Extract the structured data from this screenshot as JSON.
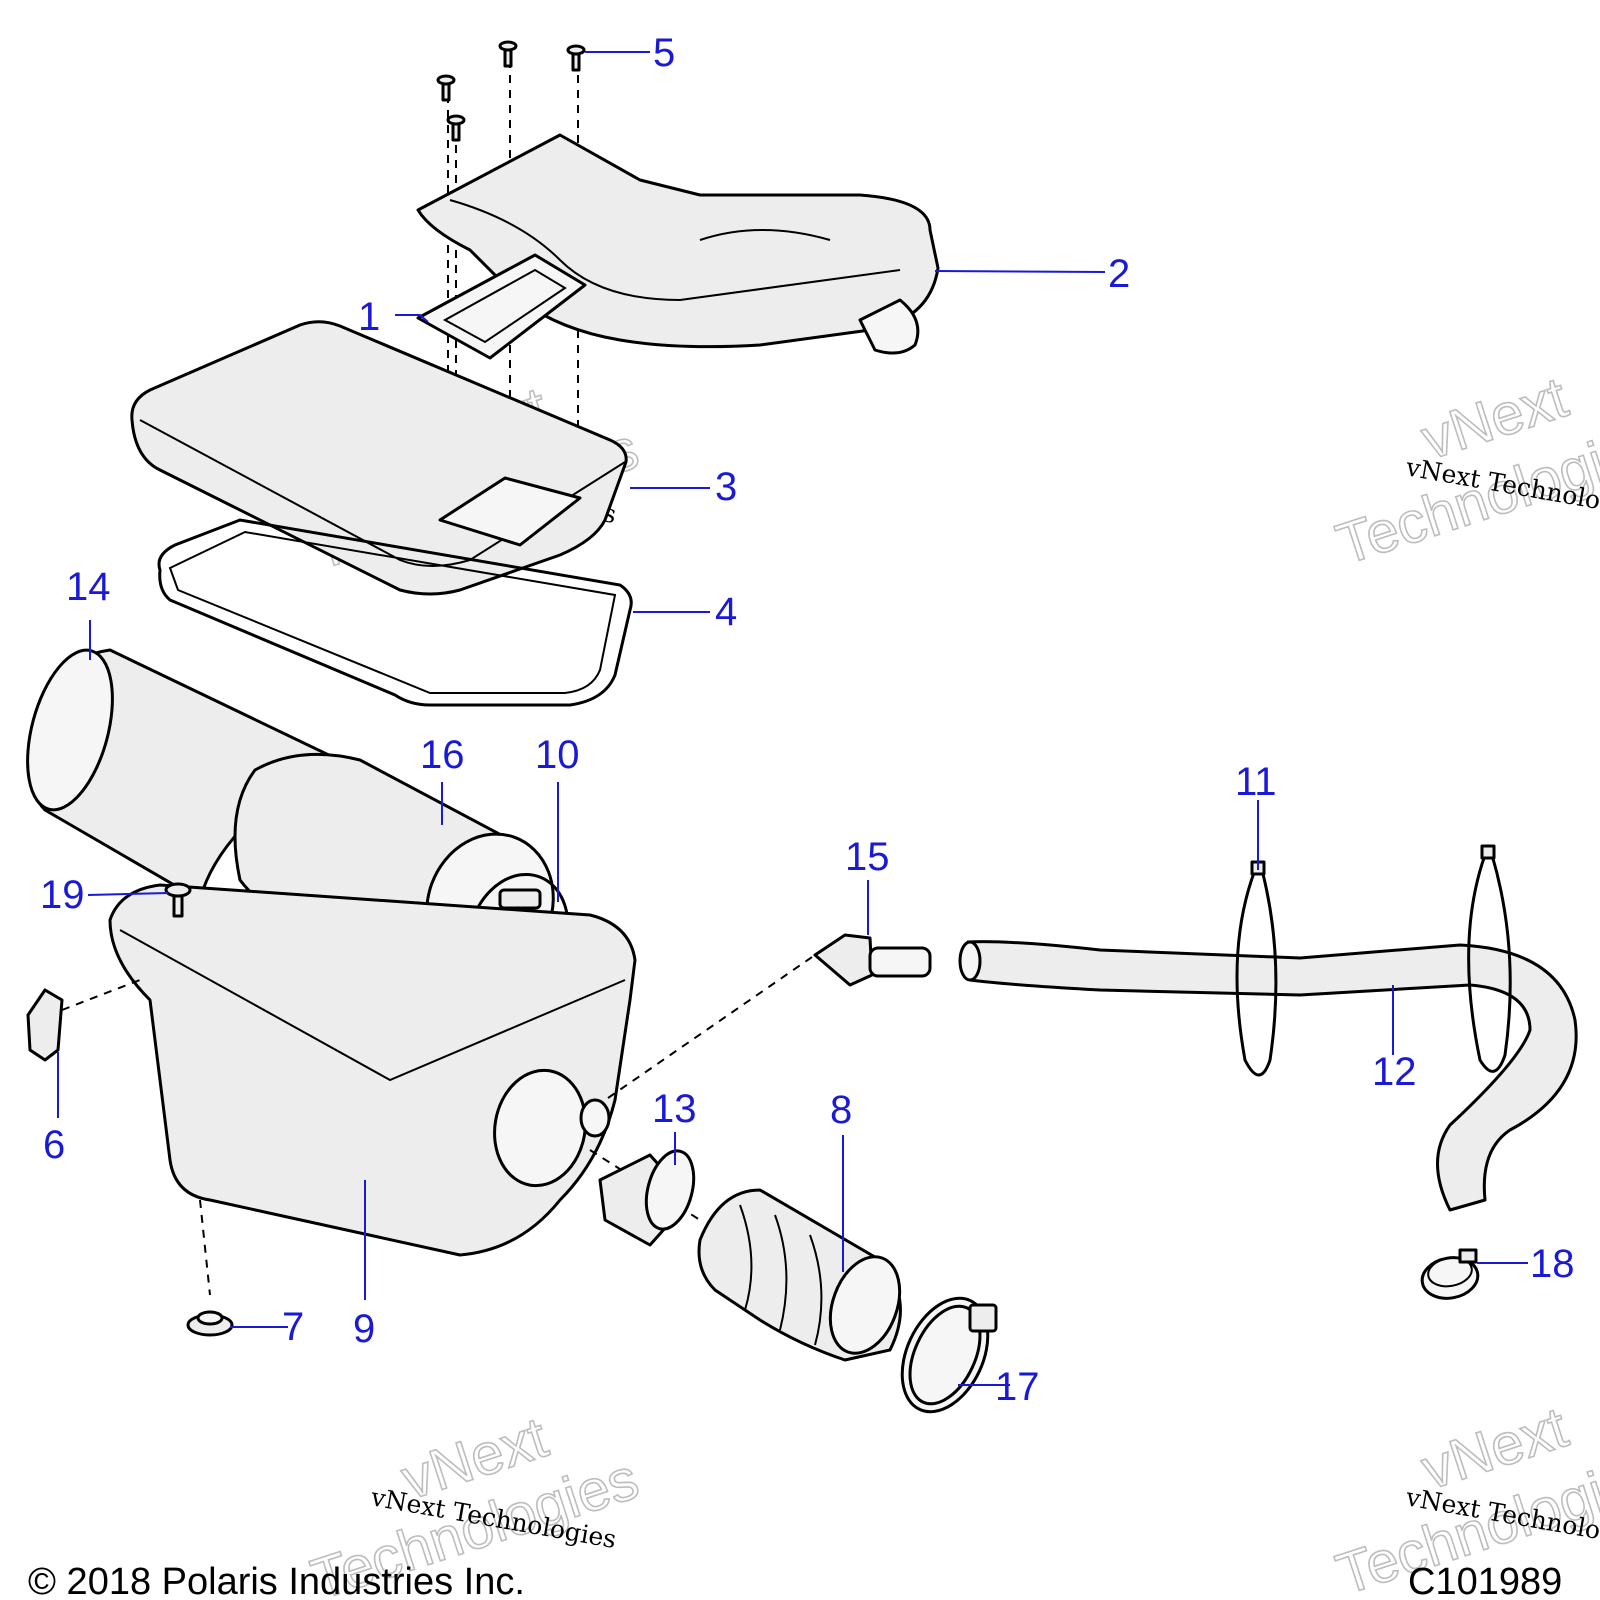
{
  "diagram": {
    "callouts": [
      {
        "id": "c1",
        "label": "1"
      },
      {
        "id": "c2",
        "label": "2"
      },
      {
        "id": "c3",
        "label": "3"
      },
      {
        "id": "c4",
        "label": "4"
      },
      {
        "id": "c5",
        "label": "5"
      },
      {
        "id": "c6",
        "label": "6"
      },
      {
        "id": "c7",
        "label": "7"
      },
      {
        "id": "c8",
        "label": "8"
      },
      {
        "id": "c9",
        "label": "9"
      },
      {
        "id": "c10",
        "label": "10"
      },
      {
        "id": "c11",
        "label": "11"
      },
      {
        "id": "c12",
        "label": "12"
      },
      {
        "id": "c13",
        "label": "13"
      },
      {
        "id": "c14",
        "label": "14"
      },
      {
        "id": "c15",
        "label": "15"
      },
      {
        "id": "c16",
        "label": "16"
      },
      {
        "id": "c17",
        "label": "17"
      },
      {
        "id": "c18",
        "label": "18"
      },
      {
        "id": "c19",
        "label": "19"
      }
    ],
    "callout_color": "#1a1ad6"
  },
  "watermark": {
    "line1": "vNext Technologies",
    "big_top": "vNext",
    "big_bottom": "Technologies"
  },
  "footer": {
    "copyright": "© 2018 Polaris Industries Inc.",
    "figure_id": "C101989"
  }
}
